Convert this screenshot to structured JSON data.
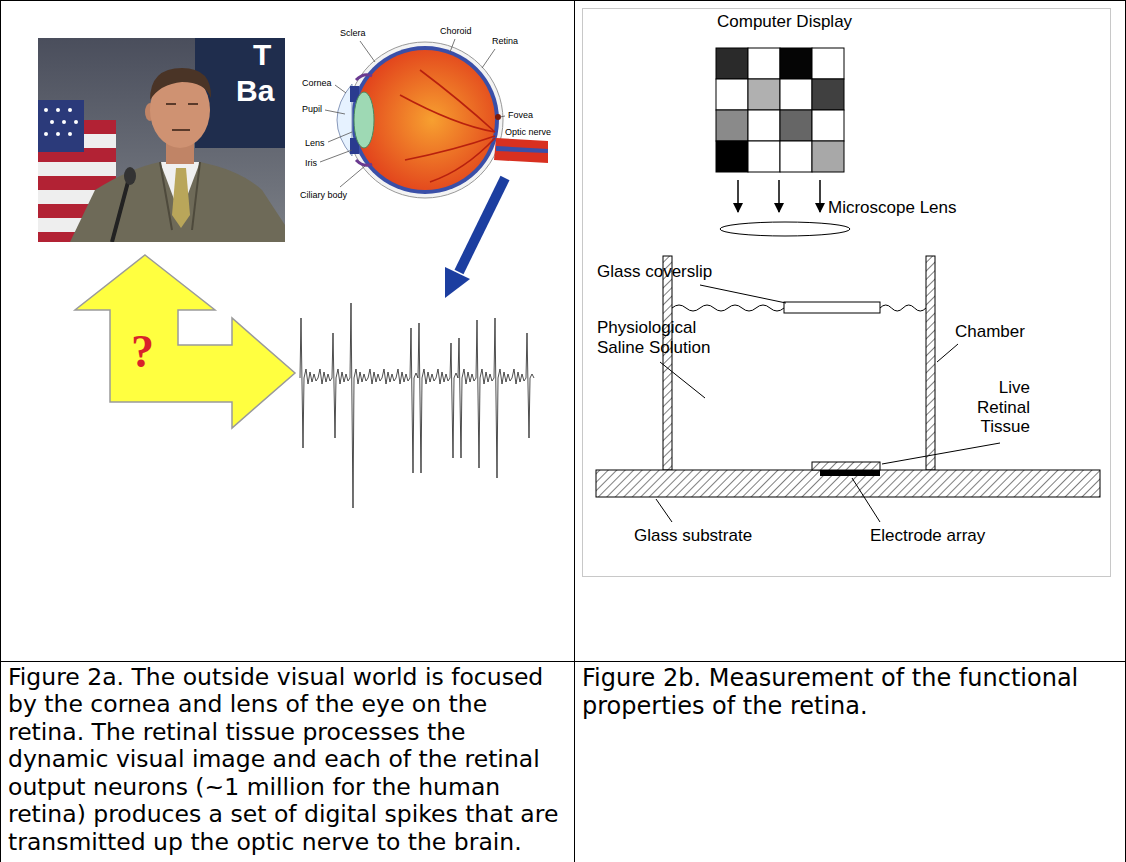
{
  "diagram": {
    "nodes": [
      {
        "text": [
          "Figure 2a. The outside visual world is focused by the cornea and lens of the eye on the retina. The retinal tissue processes the dynamic visual image and each of the retinal output neurons (~1 million for the human retina) produces a set of digital spikes that are transmitted up the optic nerve to the brain."
        ]
      },
      {
        "text": [
          "Figure 2b. Measurement of the functional properties of the retina."
        ]
      }
    ],
    "labels": [
      "T",
      "Ba",
      "Sclera",
      "Choroid",
      "Retina",
      "Cornea",
      "Fovea",
      "Pupil",
      "Lens",
      "Iris",
      "Optic nerve",
      "Ciliary body",
      "?",
      "Computer Display",
      "Glass coverslip",
      "Microscope Lens",
      "Physiological Saline Solution",
      "Chamber",
      "Live Retinal Tissue",
      "Glass substrate",
      "Electrode array"
    ]
  }
}
